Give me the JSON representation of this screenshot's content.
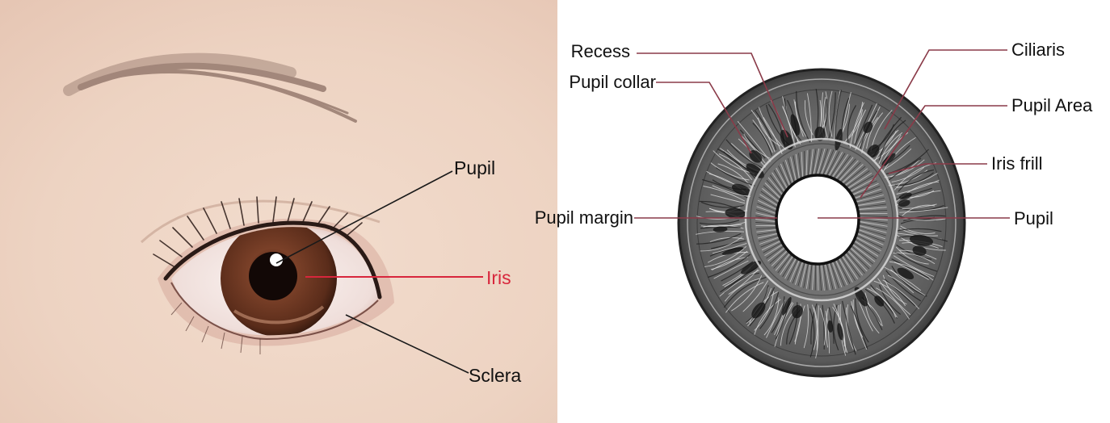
{
  "photo": {
    "labels": {
      "pupil": "Pupil",
      "iris": "Iris",
      "sclera": "Sclera"
    },
    "colors": {
      "skin": "#eed7c7",
      "iris": "#6b3622",
      "iris_highlight_line": "#d8263c",
      "leader": "#1a1a1a"
    }
  },
  "iris_diagram": {
    "labels": {
      "recess": "Recess",
      "ciliaris": "Ciliaris",
      "pupil_collar": "Pupil collar",
      "pupil_area": "Pupil Area",
      "iris_frill": "Iris frill",
      "pupil_margin": "Pupil margin",
      "pupil": "Pupil"
    },
    "colors": {
      "iris_fill": "#6f6f6f",
      "fiber_light": "#e6e6e6",
      "leader": "#8a3a48"
    }
  }
}
